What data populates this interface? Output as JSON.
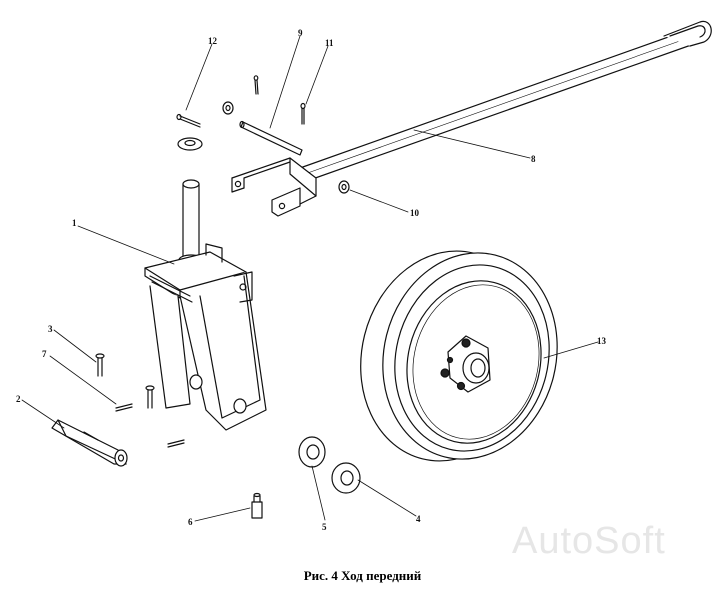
{
  "caption": "Рис. 4  Ход передний",
  "watermark": "AutoSoft",
  "callouts": [
    "1",
    "2",
    "3",
    "4",
    "5",
    "6",
    "7",
    "8",
    "9",
    "10",
    "11",
    "12",
    "13"
  ]
}
